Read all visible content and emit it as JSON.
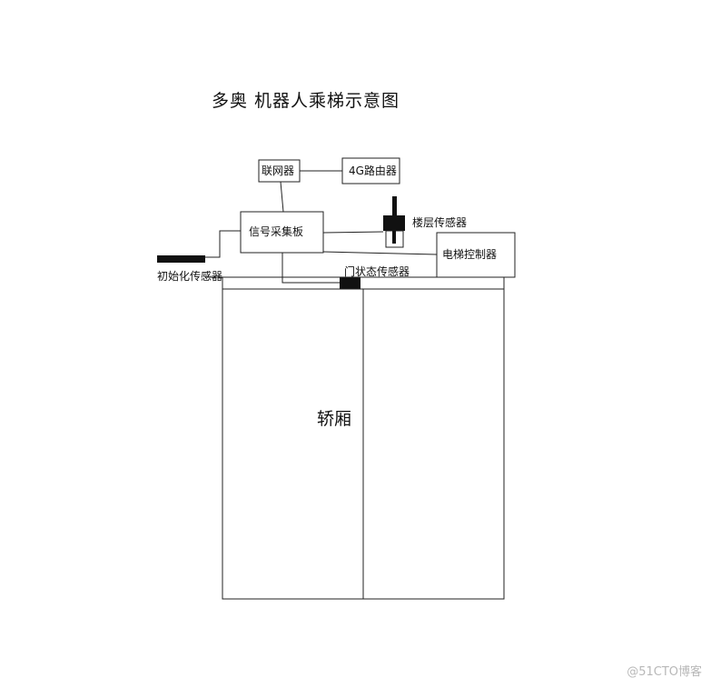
{
  "title": "多奥 机器人乘梯示意图",
  "nodes": {
    "networker": "联网器",
    "router": "4G路由器",
    "signal_board": "信号采集板",
    "elevator_controller": "电梯控制器"
  },
  "sensors": {
    "floor_sensor": "楼层传感器",
    "init_sensor": "初始化传感器",
    "door_sensor": "门状态传感器"
  },
  "cabin_label": "轿厢",
  "watermark": "@51CTO博客"
}
